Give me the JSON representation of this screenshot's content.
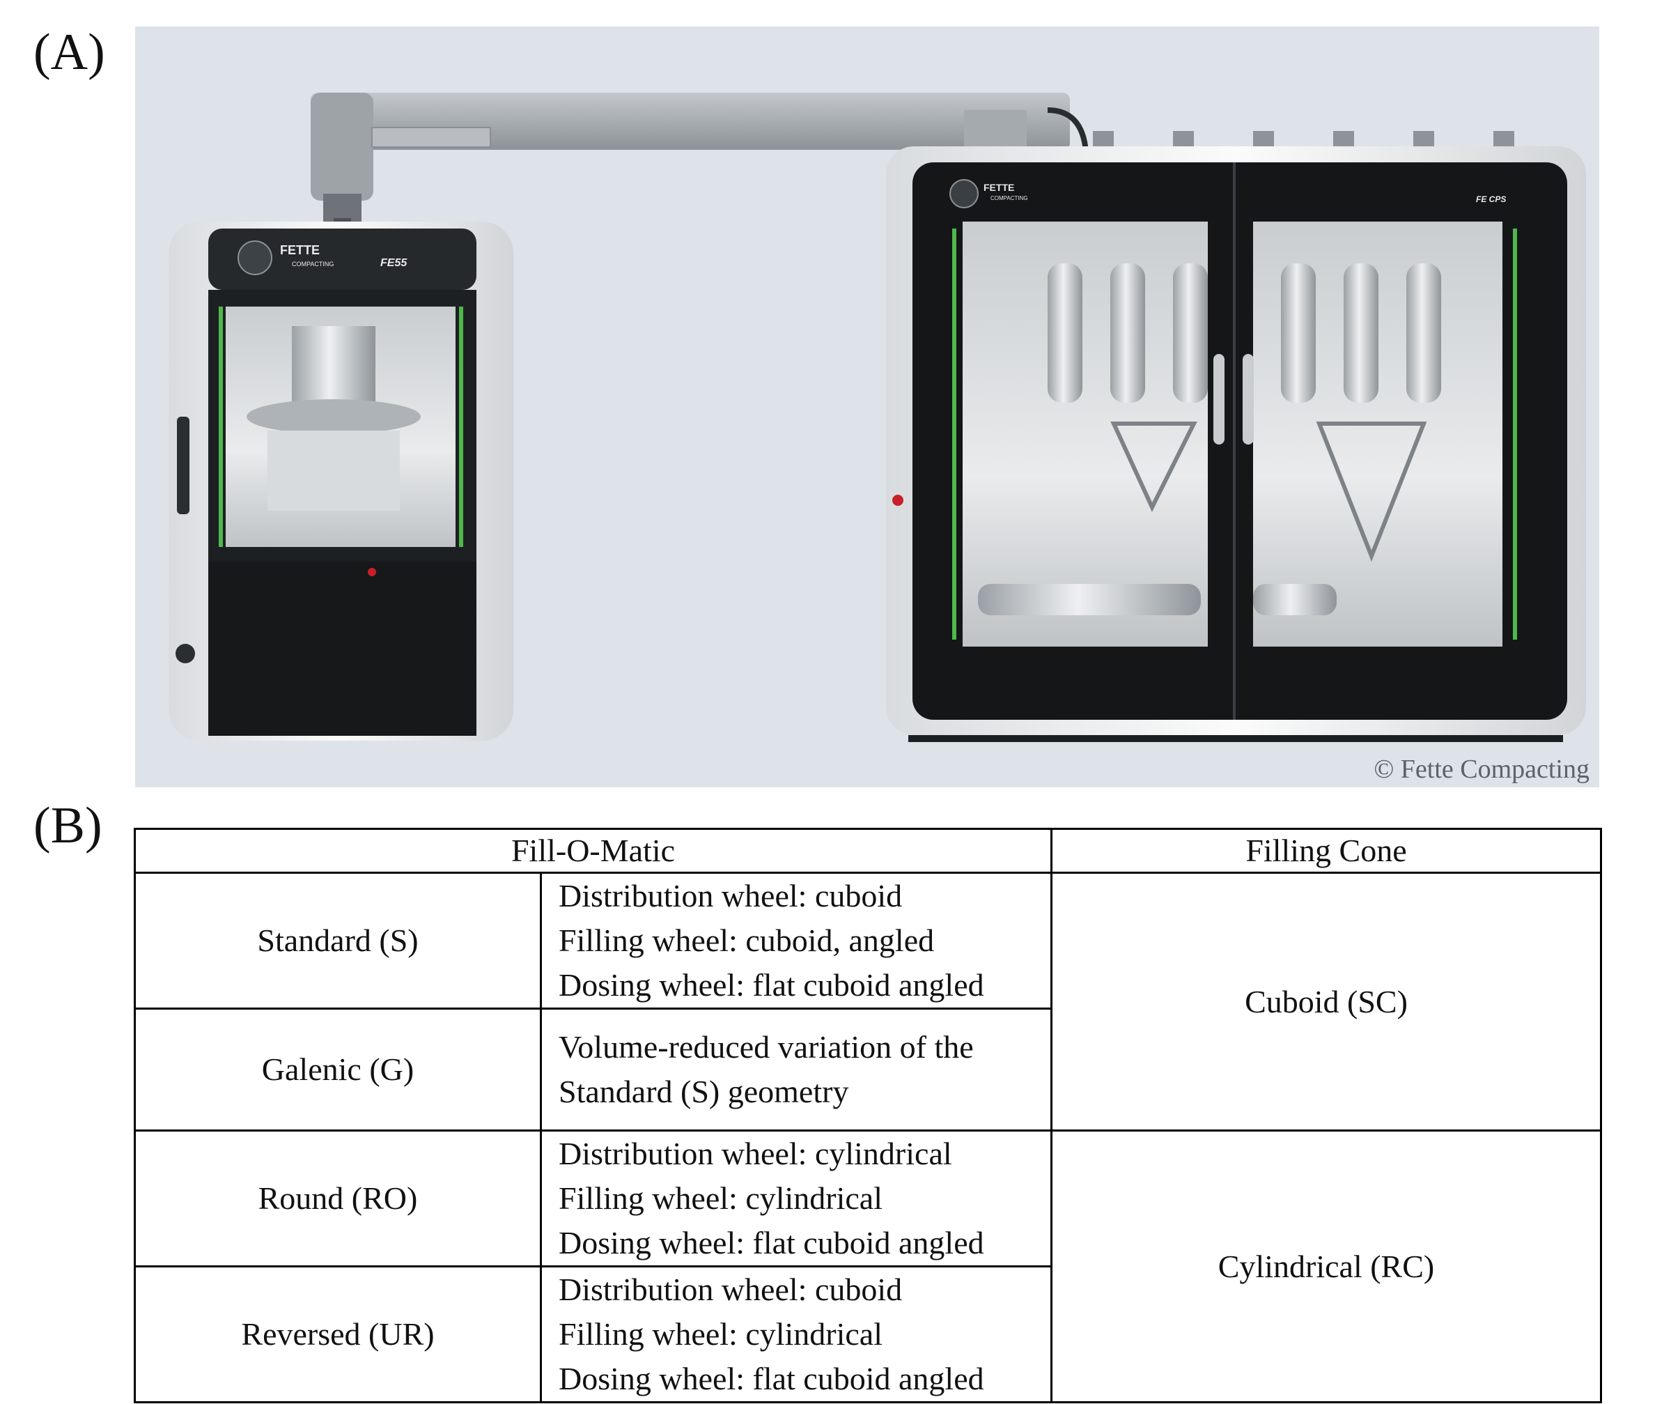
{
  "panels": {
    "a_label": "(A)",
    "b_label": "(B)"
  },
  "photo": {
    "copyright": "© Fette Compacting",
    "left_machine": {
      "brand": "FETTE",
      "brand_sub": "COMPACTING",
      "model": "FE55"
    },
    "right_machine": {
      "brand": "FETTE",
      "brand_sub": "COMPACTING",
      "model": "FE CPS"
    }
  },
  "table": {
    "headers": {
      "fill_o_matic": "Fill-O-Matic",
      "filling_cone": "Filling Cone"
    },
    "rows": [
      {
        "name": "Standard (S)",
        "lines": [
          "Distribution wheel: cuboid",
          "Filling wheel: cuboid, angled",
          "Dosing wheel: flat cuboid angled"
        ]
      },
      {
        "name": "Galenic (G)",
        "lines": [
          "Volume-reduced variation of the",
          "Standard (S) geometry"
        ]
      },
      {
        "name": "Round (RO)",
        "lines": [
          "Distribution wheel: cylindrical",
          "Filling wheel: cylindrical",
          "Dosing wheel: flat cuboid angled"
        ]
      },
      {
        "name": "Reversed (UR)",
        "lines": [
          "Distribution wheel: cuboid",
          "Filling wheel: cylindrical",
          "Dosing wheel: flat cuboid angled"
        ]
      }
    ],
    "cones": [
      "Cuboid (SC)",
      "Cylindrical (RC)"
    ]
  }
}
